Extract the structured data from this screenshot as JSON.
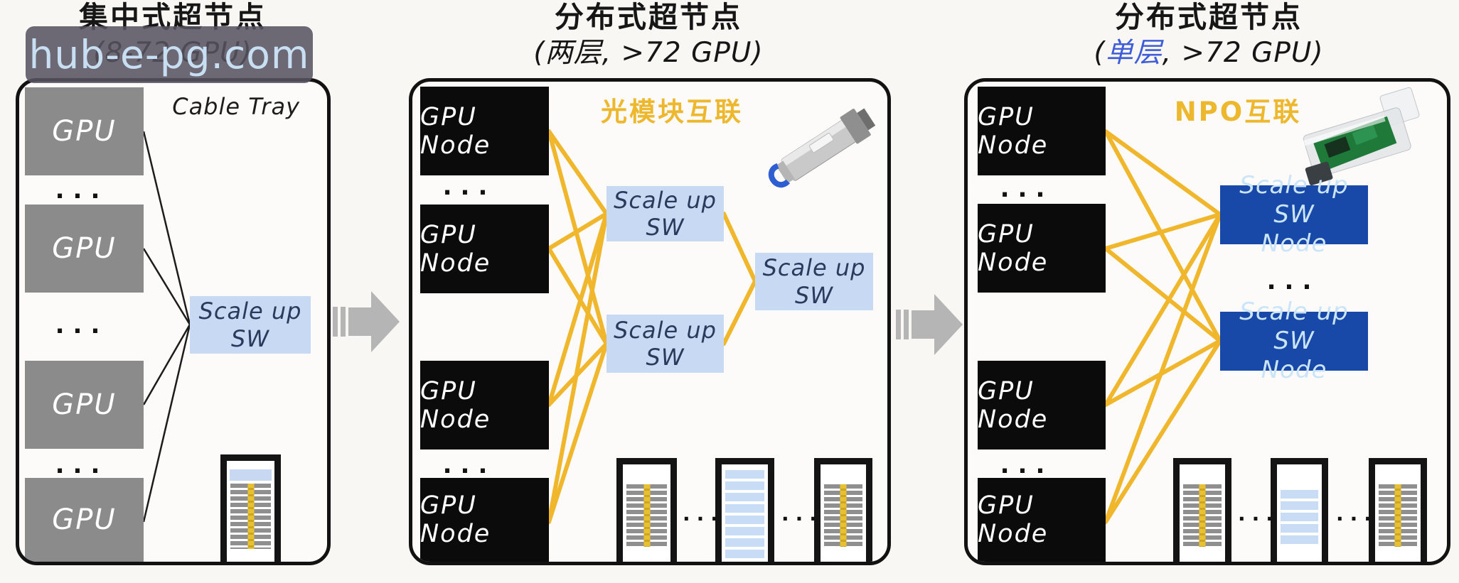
{
  "watermark": {
    "text": "hub-e-pg.com",
    "bg": "#56525e",
    "fg": "#c8def2"
  },
  "dots": "...",
  "left_panel": {
    "title": "集中式超节点",
    "subtitle": "(8-72 GPU)",
    "cable_tray_label": "Cable Tray",
    "gpu_labels": [
      "GPU",
      "GPU",
      "GPU",
      "GPU"
    ],
    "switch": {
      "line1": "Scale up",
      "line2": "SW"
    }
  },
  "middle_panel": {
    "title": "分布式超节点",
    "subtitle": "(两层, >72 GPU)",
    "interconnect_label": "光模块互联",
    "gpu_labels": [
      "GPU Node",
      "GPU Node",
      "GPU Node",
      "GPU Node"
    ],
    "switches": [
      {
        "line1": "Scale up",
        "line2": "SW"
      },
      {
        "line1": "Scale up",
        "line2": "SW"
      },
      {
        "line1": "Scale up",
        "line2": "SW"
      }
    ]
  },
  "right_panel": {
    "title": "分布式超节点",
    "subtitle_open": "(",
    "subtitle_highlight": "单层",
    "subtitle_rest": ", >72 GPU)",
    "interconnect_label": "NPO互联",
    "gpu_labels": [
      "GPU Node",
      "GPU Node",
      "GPU Node",
      "GPU Node"
    ],
    "switch_nodes": [
      {
        "line1": "Scale up SW",
        "line2": "Node"
      },
      {
        "line1": "Scale up SW",
        "line2": "Node"
      }
    ]
  },
  "colors": {
    "gold_wire": "#f0b62c",
    "gold_label": "#edb72e",
    "light_blue_box": "#c7d9f3",
    "dark_blue_box": "#1849a8",
    "gpu_gray": "#8b8b8b",
    "gpu_black": "#0b0b0b",
    "highlight_blue": "#3f5dd8",
    "arrow_gray": "#b5b5b5"
  }
}
